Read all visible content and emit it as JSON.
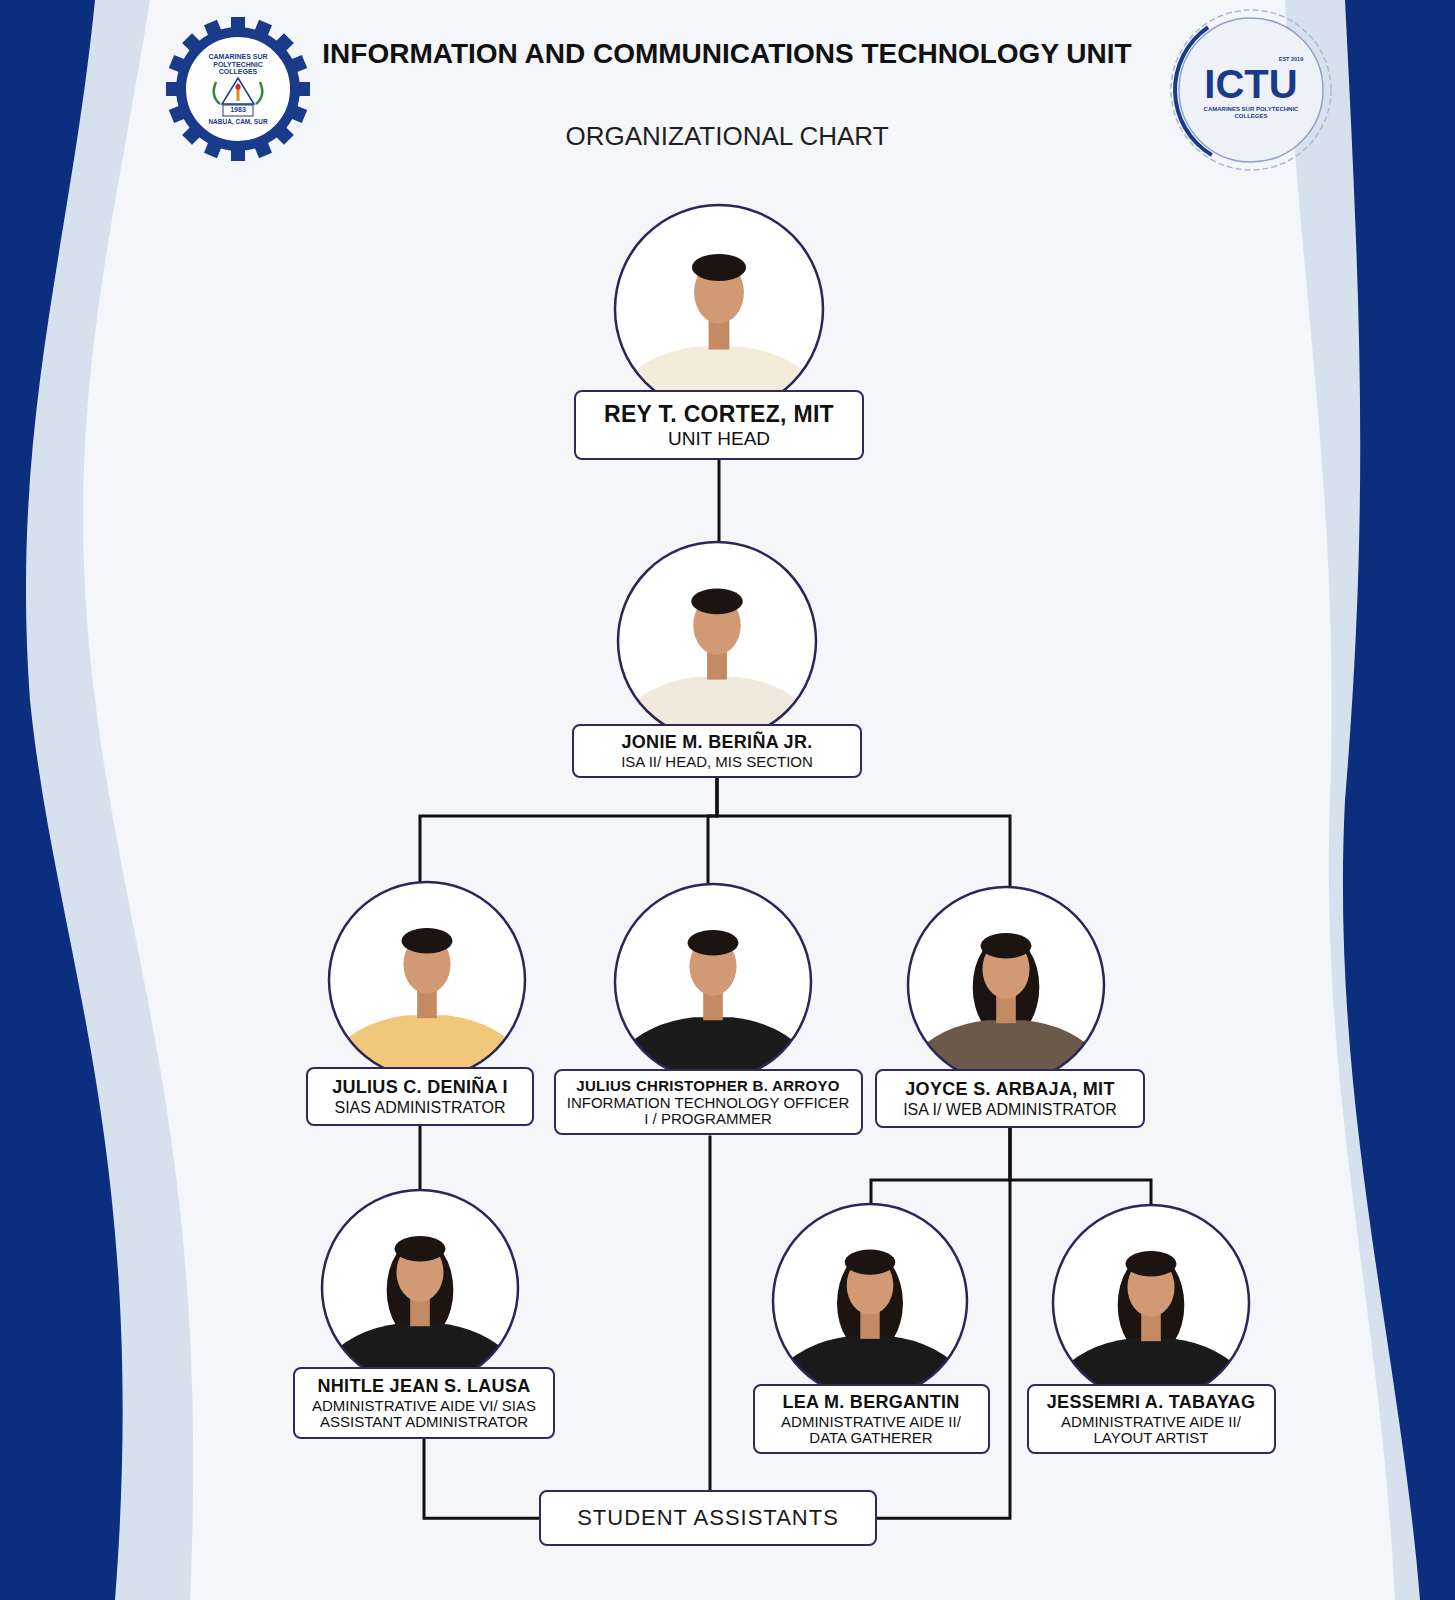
{
  "diagram": {
    "title": "INFORMATION AND COMMUNICATIONS TECHNOLOGY UNIT",
    "nodes": [
      {
        "text": [
          "REY T. CORTEZ, MIT",
          "UNIT HEAD"
        ]
      },
      {
        "text": [
          "JONIE M. BERIÑA JR.",
          "ISA II/ HEAD, MIS SECTION"
        ]
      },
      {
        "text": [
          "JULIUS C. DENIÑA I",
          "SIAS ADMINISTRATOR"
        ]
      },
      {
        "text": [
          "JULIUS CHRISTOPHER B. ARROYO",
          "INFORMATION TECHNOLOGY OFFICER I / PROGRAMMER"
        ]
      },
      {
        "text": [
          "JOYCE S. ARBAJA, MIT",
          "ISA I/ WEB ADMINISTRATOR"
        ]
      },
      {
        "text": [
          "NHITLE JEAN S. LAUSA",
          "ADMINISTRATIVE AIDE VI/ SIAS ASSISTANT ADMINISTRATOR"
        ]
      },
      {
        "text": [
          "LEA M. BERGANTIN",
          "ADMINISTRATIVE AIDE II/ DATA GATHERER"
        ]
      },
      {
        "text": [
          "JESSEMRI A. TABAYAG",
          "ADMINISTRATIVE AIDE II/ LAYOUT ARTIST"
        ]
      },
      {
        "text": [
          "STUDENT ASSISTANTS"
        ]
      }
    ],
    "edges": [
      {
        "from": 0,
        "to": 1,
        "arrow": "none"
      },
      {
        "from": 1,
        "to": 2,
        "arrow": "none"
      },
      {
        "from": 1,
        "to": 3,
        "arrow": "none"
      },
      {
        "from": 1,
        "to": 4,
        "arrow": "none"
      },
      {
        "from": 2,
        "to": 5,
        "arrow": "none"
      },
      {
        "from": 4,
        "to": 6,
        "arrow": "none"
      },
      {
        "from": 4,
        "to": 7,
        "arrow": "none"
      },
      {
        "from": 5,
        "to": 8,
        "arrow": "none"
      },
      {
        "from": 3,
        "to": 8,
        "arrow": "none"
      },
      {
        "from": 4,
        "to": 8,
        "arrow": "none"
      }
    ],
    "labels": [
      "ORGANIZATIONAL CHART",
      "CAMARINES SUR POLYTECHNIC COLLEGES",
      "1983",
      "NABUA, CAM. SUR",
      "ICTU",
      "EST 2019",
      "CAMARINES SUR POLYTECHNIC COLLEGES"
    ]
  }
}
